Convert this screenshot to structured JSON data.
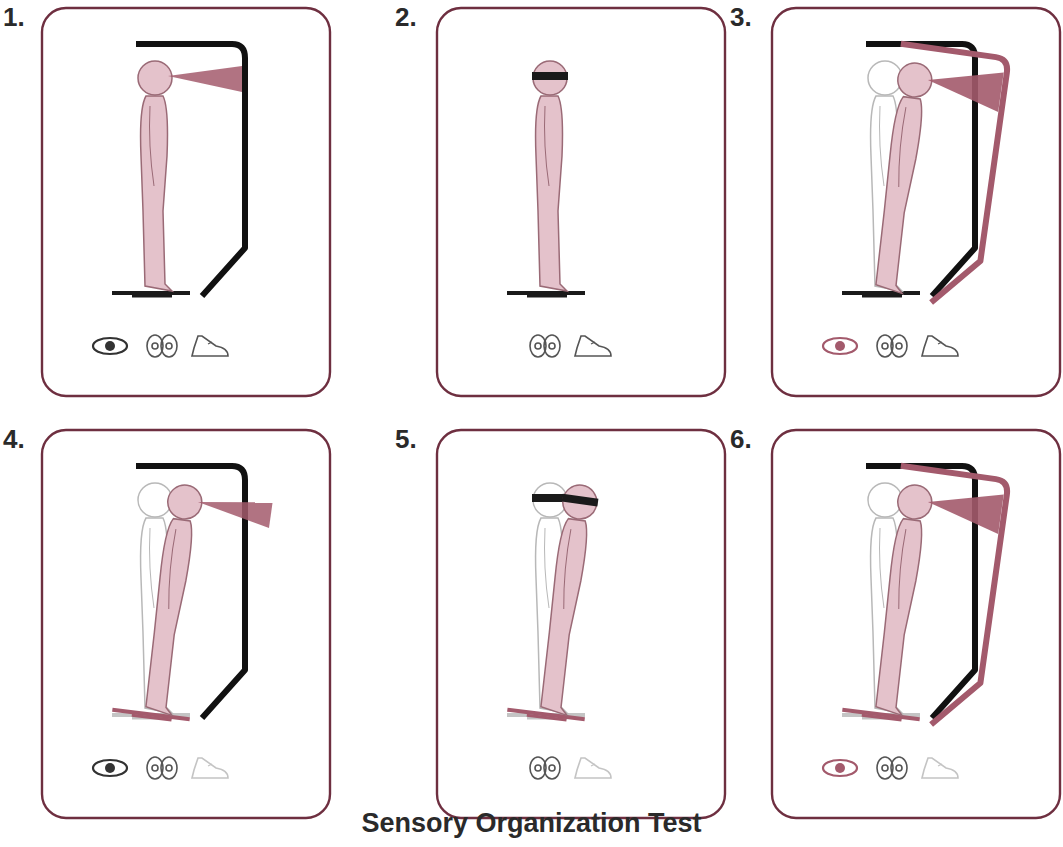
{
  "diagram": {
    "title": "Sensory Organization Test",
    "nodes": [
      {
        "text": [
          "1."
        ]
      },
      {
        "text": [
          "2."
        ]
      },
      {
        "text": [
          "3."
        ]
      },
      {
        "text": [
          "4."
        ]
      },
      {
        "text": [
          "5."
        ]
      },
      {
        "text": [
          "6."
        ]
      }
    ]
  }
}
